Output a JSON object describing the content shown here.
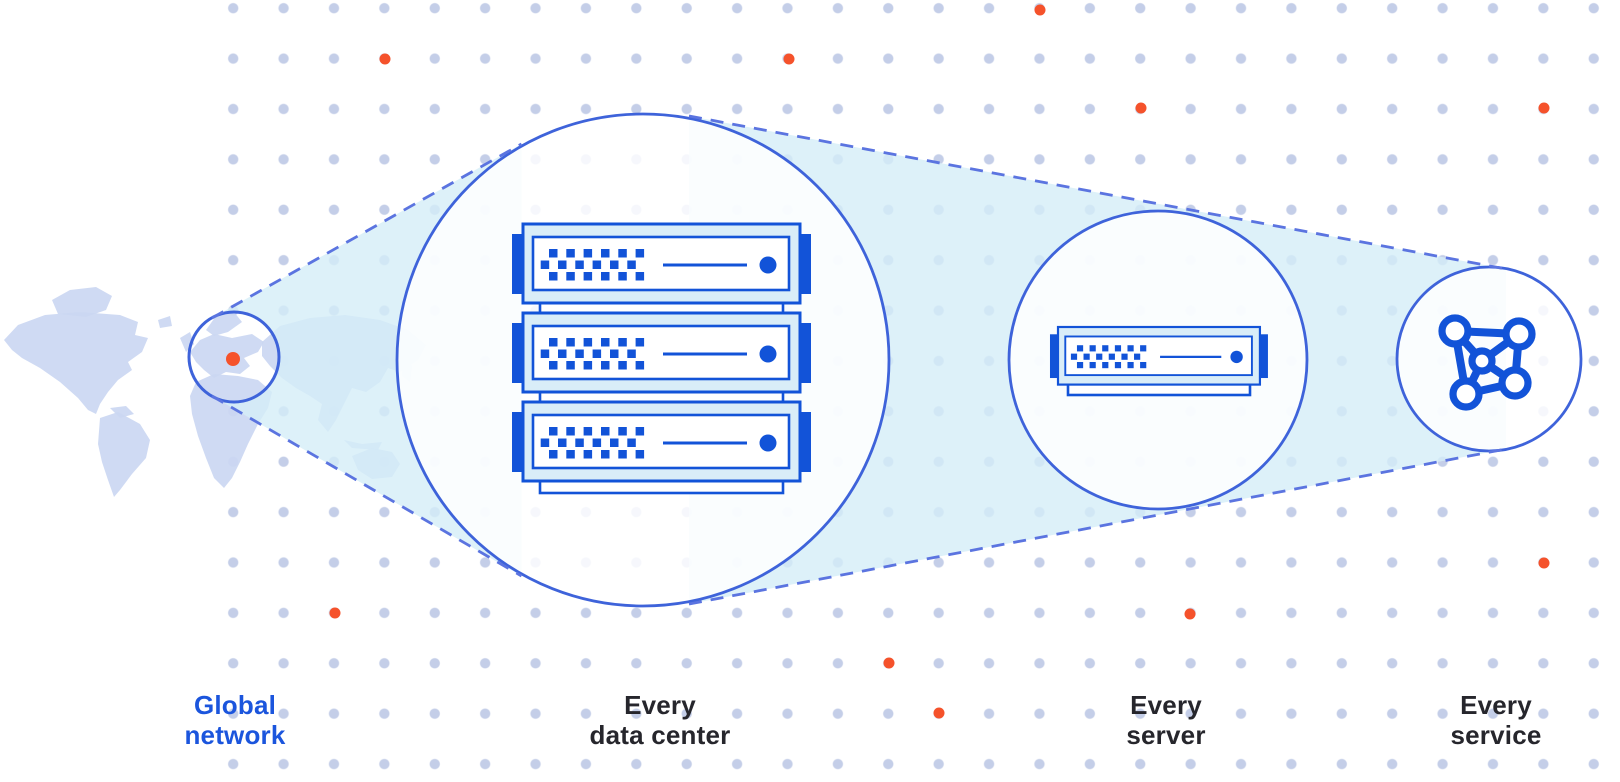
{
  "labels": {
    "global_network": "Global\nnetwork",
    "every_data_center": "Every\ndata center",
    "every_server": "Every\nserver",
    "every_service": "Every\nservice"
  },
  "icons": {
    "world_map": "world-map",
    "global_network_marker": "location-dot",
    "data_center": "server-stack-icon",
    "server": "server-icon",
    "service": "network-mesh-icon"
  },
  "colors": {
    "accent_blue": "#1b55dd",
    "label_dark": "#26262c",
    "deep_blue": "#1253d8",
    "circle_stroke": "#3e63da",
    "dash_blue": "#5b74e0",
    "beam_fill": "rgba(213,238,248,0.8)",
    "map_fill": "#cbd7f2",
    "server_band": "#d9edf8",
    "grid_dot": "#c4cee8",
    "orange": "#f5522b"
  }
}
